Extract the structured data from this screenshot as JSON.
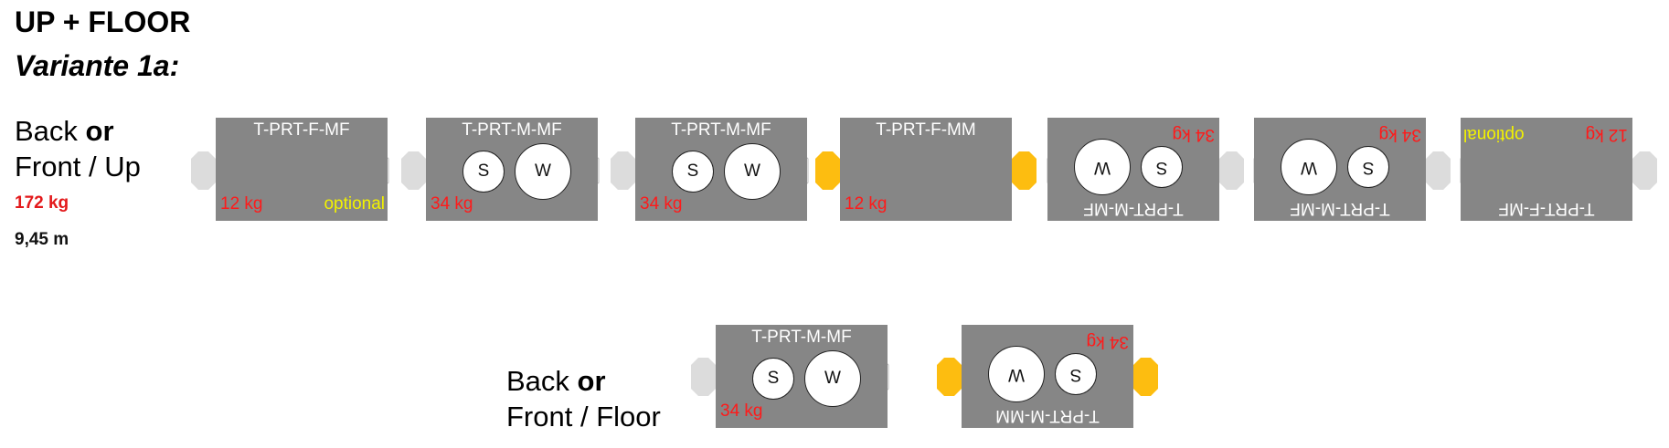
{
  "header": {
    "title": "UP + FLOOR",
    "subtitle": "Variante 1a:"
  },
  "row1": {
    "label_line1_pre": "Back ",
    "label_line1_bold": "or",
    "label_line2": "Front / Up",
    "total_weight": "172 kg",
    "total_length": "9,45 m"
  },
  "row2": {
    "label_line1_pre": "Back ",
    "label_line1_bold": "or",
    "label_line2": "Front / Floor"
  },
  "modules": [
    {
      "name": "T-PRT-F-MF",
      "weight": "12 kg",
      "optional": "optional"
    },
    {
      "name": "T-PRT-M-MF",
      "weight": "34 kg",
      "circle_s": "S",
      "circle_w": "W"
    },
    {
      "name": "T-PRT-M-MF",
      "weight": "34 kg",
      "circle_s": "S",
      "circle_w": "W"
    },
    {
      "name": "T-PRT-F-MM",
      "weight": "12 kg"
    },
    {
      "name": "T-PRT-M-MF",
      "weight": "34 kg",
      "circle_s": "S",
      "circle_w": "W"
    },
    {
      "name": "T-PRT-M-MF",
      "weight": "34 kg",
      "circle_s": "S",
      "circle_w": "W"
    },
    {
      "name": "T-PRT-F-MF",
      "weight": "12 kg",
      "optional": "optional"
    },
    {
      "name": "T-PRT-M-MF",
      "weight": "34 kg",
      "circle_s": "S",
      "circle_w": "W"
    },
    {
      "name": "T-PRT-M-MM",
      "weight": "34 kg",
      "circle_s": "S",
      "circle_w": "W"
    }
  ],
  "colors": {
    "module_body": "#868686",
    "weight_text": "#ff1a1a",
    "optional_text": "#f2f200",
    "connector_male": "#dcdcdc",
    "connector_female": "#ffffff",
    "connector_mm": "#fdbd10",
    "total_weight": "#e3191b"
  }
}
